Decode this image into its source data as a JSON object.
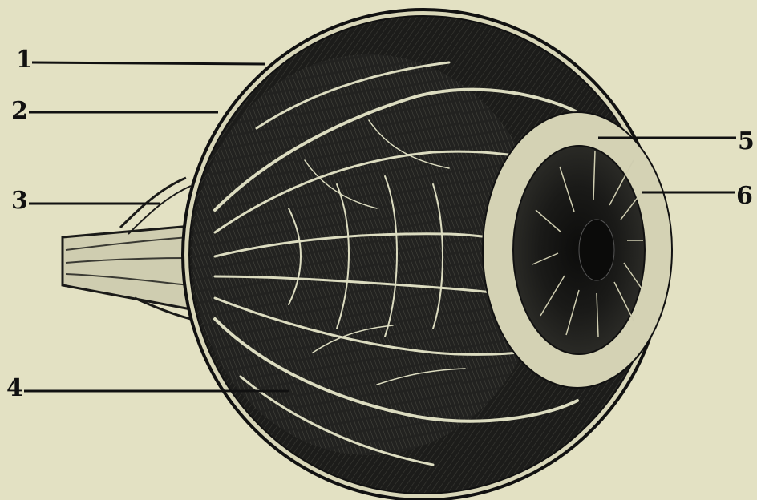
{
  "labels": [
    {
      "id": "n1",
      "text": "1"
    },
    {
      "id": "n2",
      "text": "2"
    },
    {
      "id": "n3",
      "text": "3"
    },
    {
      "id": "n4",
      "text": "4"
    },
    {
      "id": "n5",
      "text": "5"
    },
    {
      "id": "n6",
      "text": "6"
    }
  ],
  "colors": {
    "paper": "#e3e1c3",
    "ink": "#111111",
    "interior": "#1c1c1a",
    "vessel": "#dcdcc0",
    "sclera": "#d8d6b8"
  }
}
